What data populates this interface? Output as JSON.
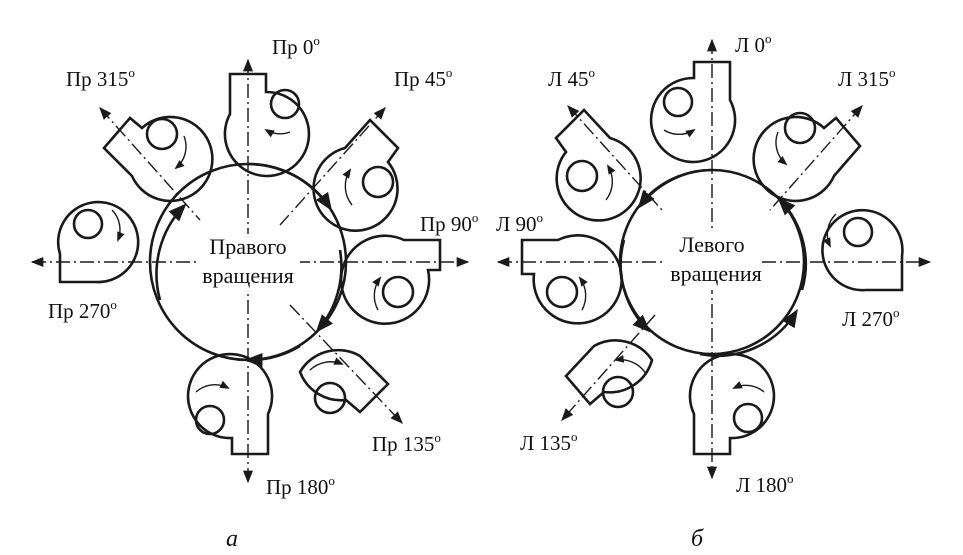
{
  "colors": {
    "ink": "#1a1a1a",
    "background": "#ffffff"
  },
  "panels": [
    {
      "id": "a",
      "label": "а",
      "center_text": [
        "Правого",
        "вращения"
      ],
      "positions": [
        {
          "text": "Пр 0",
          "sup": "о"
        },
        {
          "text": "Пр 45",
          "sup": "о"
        },
        {
          "text": "Пр 90",
          "sup": "о"
        },
        {
          "text": "Пр 135",
          "sup": "о"
        },
        {
          "text": "Пр 180",
          "sup": "о"
        },
        {
          "text": "Пр 270",
          "sup": "о"
        },
        {
          "text": "Пр 315",
          "sup": "о"
        }
      ]
    },
    {
      "id": "b",
      "label": "б",
      "center_text": [
        "Левого",
        "вращения"
      ],
      "positions": [
        {
          "text": "Л 0",
          "sup": "о"
        },
        {
          "text": "Л 315",
          "sup": "о"
        },
        {
          "text": "Л 270",
          "sup": "о"
        },
        {
          "text": "Л 180",
          "sup": "о"
        },
        {
          "text": "Л 135",
          "sup": "о"
        },
        {
          "text": "Л 90",
          "sup": "о"
        },
        {
          "text": "Л 45",
          "sup": "о"
        }
      ]
    }
  ]
}
